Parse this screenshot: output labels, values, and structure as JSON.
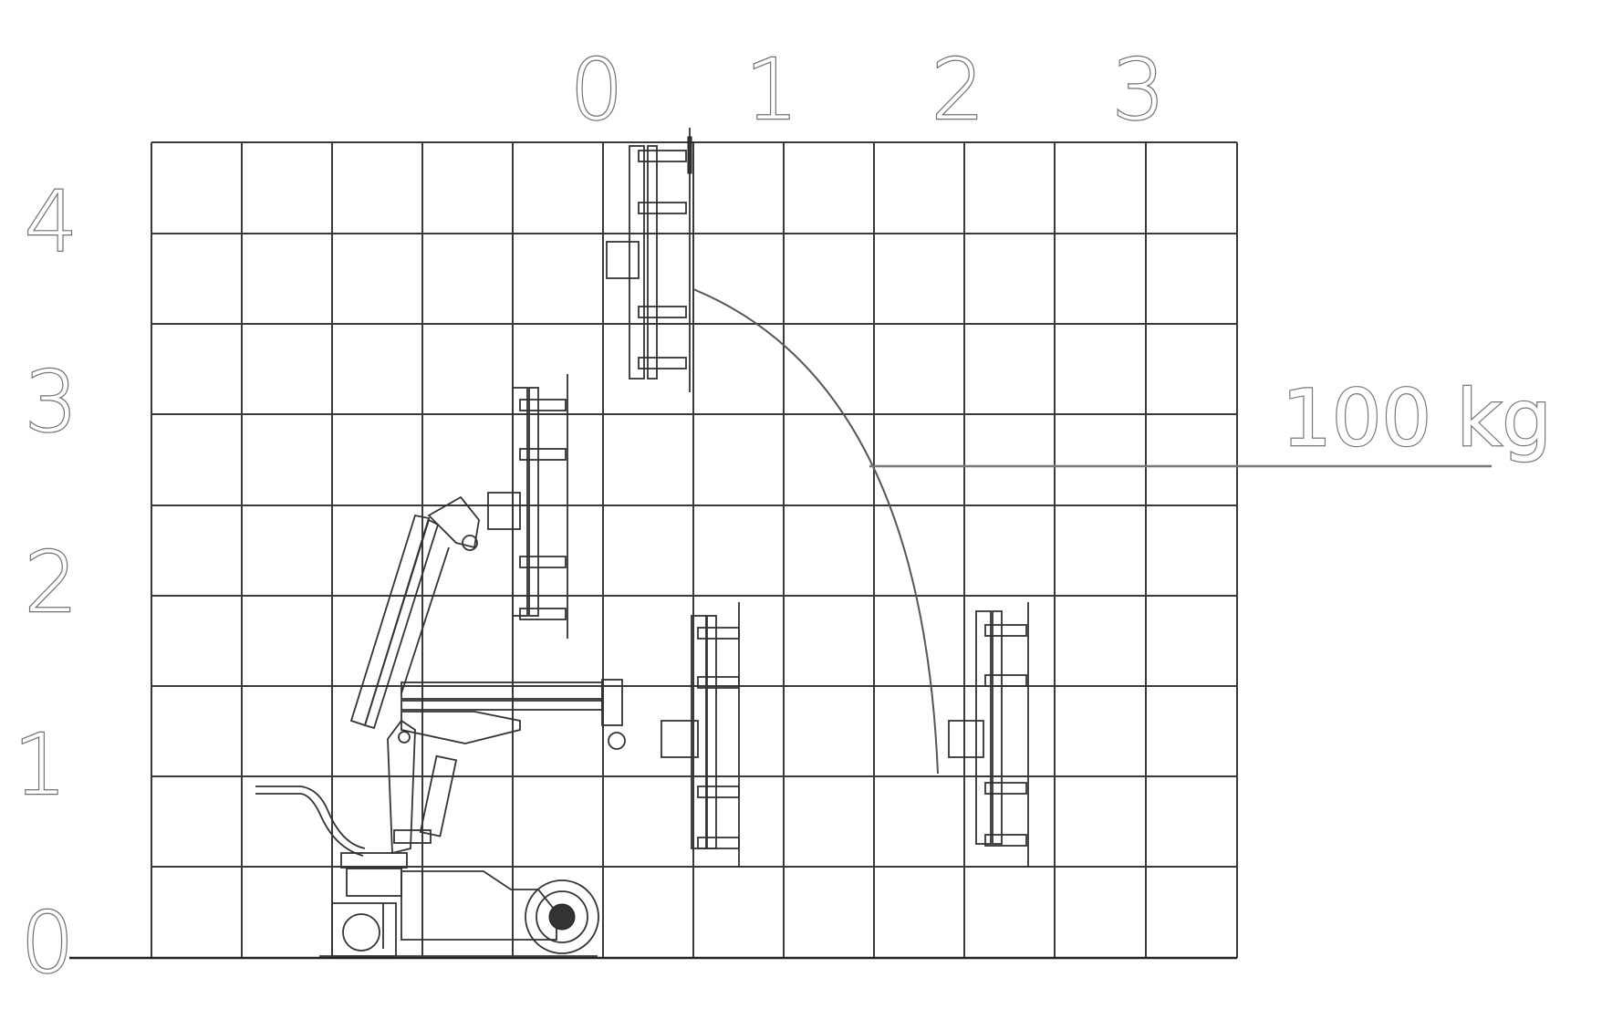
{
  "diagram": {
    "x_axis_labels": [
      "0",
      "1",
      "2",
      "3"
    ],
    "y_axis_labels": [
      "0",
      "1",
      "2",
      "3",
      "4"
    ],
    "load_label": "100 kg",
    "colors": {
      "grid": "#3a3a3a",
      "axis_text": "#6f6f6f",
      "drawing": "#333333",
      "background": "#ffffff"
    }
  }
}
